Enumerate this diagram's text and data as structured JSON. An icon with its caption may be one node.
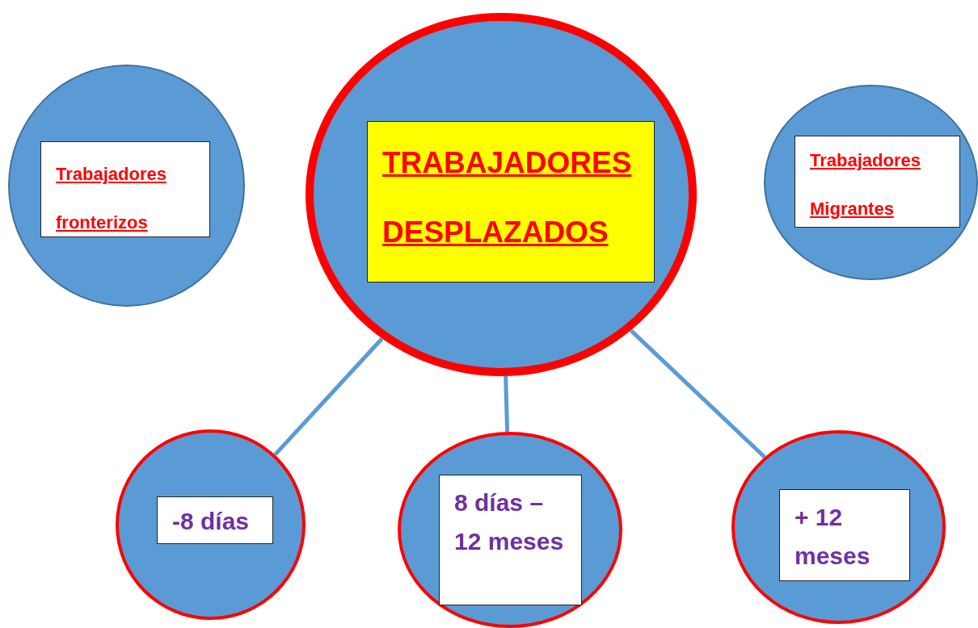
{
  "diagram": {
    "nodes": [
      {
        "text": [],
        "shape": "circle"
      },
      {
        "text": [
          "Trabajadores fronterizos"
        ],
        "in": 0
      },
      {
        "text": [],
        "shape": "circle"
      },
      {
        "text": [
          "TRABAJADORES DESPLAZADOS"
        ],
        "in": 2
      },
      {
        "text": [],
        "shape": "circle"
      },
      {
        "text": [
          "Trabajadores Migrantes"
        ],
        "in": 4
      },
      {
        "text": [],
        "shape": "circle"
      },
      {
        "text": [
          "-8 días"
        ],
        "in": 6
      },
      {
        "text": [],
        "shape": "circle"
      },
      {
        "text": [
          "8 días – 12 meses"
        ],
        "in": 8
      },
      {
        "text": [],
        "shape": "circle"
      },
      {
        "text": [
          "+ 12 meses"
        ],
        "in": 10
      }
    ],
    "edges": [
      {
        "from": 2,
        "to": 6,
        "arrow": "none"
      },
      {
        "from": 2,
        "to": 8,
        "arrow": "none"
      },
      {
        "from": 2,
        "to": 10,
        "arrow": "none"
      }
    ]
  }
}
